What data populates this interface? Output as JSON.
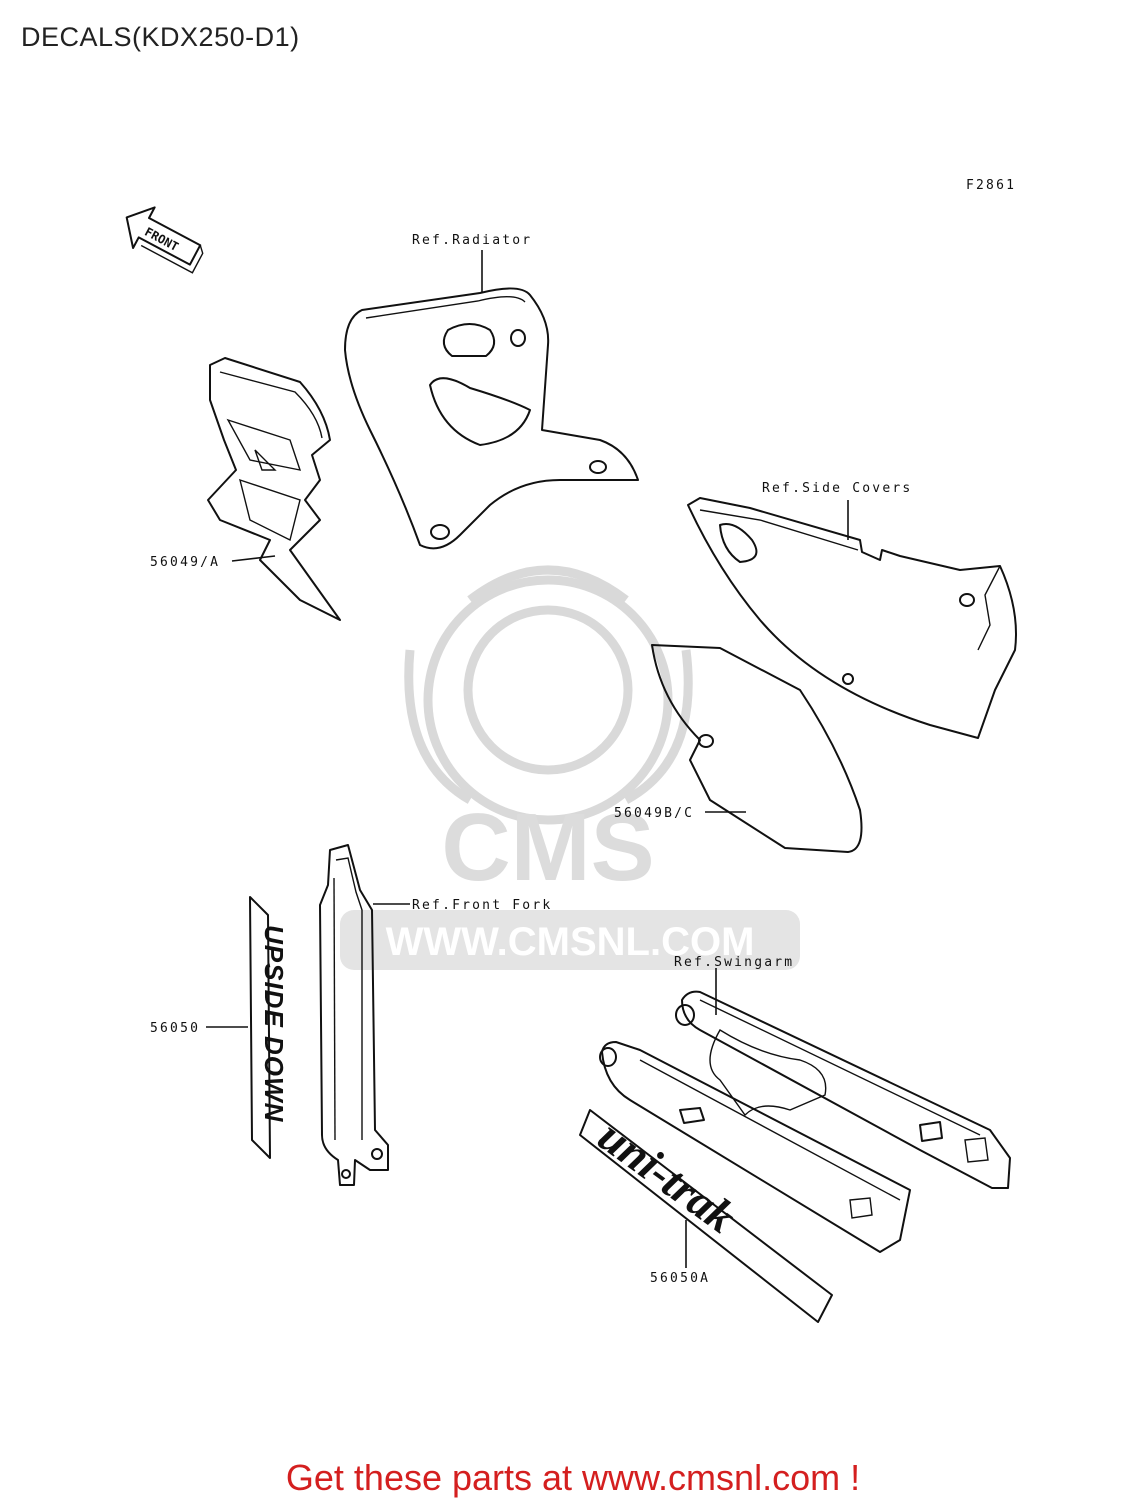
{
  "page": {
    "title": "DECALS(KDX250-D1)",
    "footer": "Get these parts at www.cmsnl.com !"
  },
  "diagram": {
    "figure_code": "F2861",
    "front_arrow": "FRONT",
    "labels": {
      "ref_radiator": "Ref.Radiator",
      "ref_side_covers": "Ref.Side Covers",
      "ref_front_fork": "Ref.Front Fork",
      "ref_swingarm": "Ref.Swingarm",
      "part_56049_a": "56049/A",
      "part_56049_bc": "56049B/C",
      "part_56050": "56050",
      "part_56050a": "56050A"
    },
    "decal_text": {
      "fork": "UPSIDE DOWN",
      "swingarm": "uni-trak"
    },
    "watermark": {
      "brand": "CMS",
      "url": "WWW.CMSNL.COM"
    }
  }
}
